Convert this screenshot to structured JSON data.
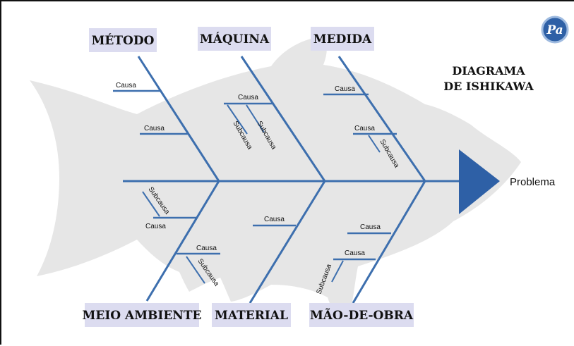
{
  "diagram": {
    "title_line1": "DIAGRAMA",
    "title_line2": "DE  ISHIKAWA",
    "problem": "Problema",
    "logo": "Pa",
    "categories": {
      "metodo": "MÉTODO",
      "maquina": "MÁQUINA",
      "medida": "MEDIDA",
      "meio_ambiente": "MEIO AMBIENTE",
      "material": "MATERIAL",
      "mao_de_obra": "MÃO-DE-OBRA"
    },
    "cause_label": "Causa",
    "subcause_label": "Subcausa"
  },
  "colors": {
    "bone": "#3d6fae",
    "fish": "#e6e6e6",
    "label_box": "#dcdcf0",
    "arrow": "#2e60a6"
  }
}
